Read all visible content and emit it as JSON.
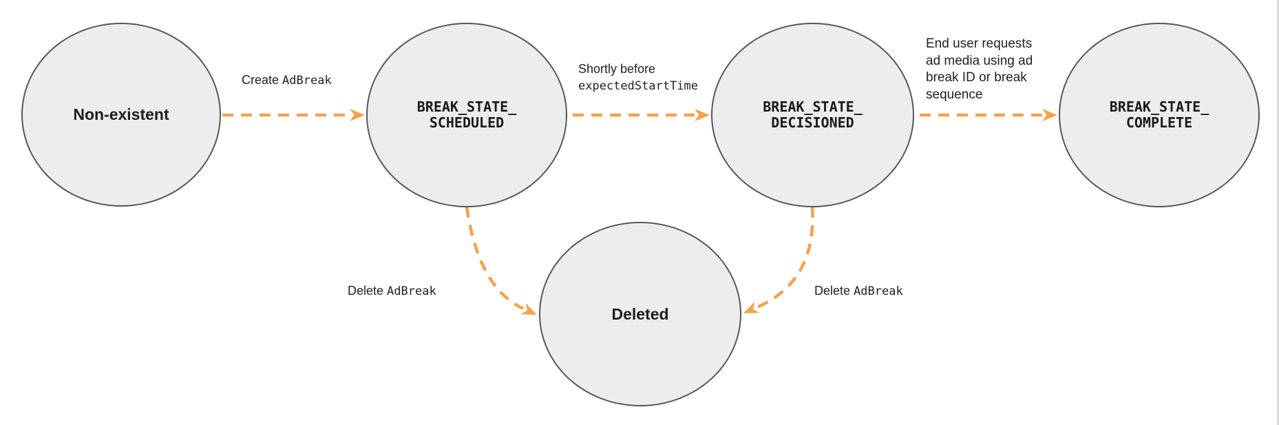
{
  "diagram": {
    "type": "state-transition-diagram",
    "colors": {
      "arrow_orange": "#F8A04B",
      "node_fill": "#EDEDED",
      "node_border": "#53575A",
      "label_text": "#202124"
    },
    "nodes": [
      {
        "id": "non-existent",
        "label": "Non-existent"
      },
      {
        "id": "break-state-scheduled",
        "label": "BREAK_STATE_\nSCHEDULED"
      },
      {
        "id": "break-state-decisioned",
        "label": "BREAK_STATE_\nDECISIONED"
      },
      {
        "id": "break-state-complete",
        "label": "BREAK_STATE_\nCOMPLETE"
      },
      {
        "id": "deleted",
        "label": "Deleted"
      }
    ],
    "edges": {
      "create": {
        "from": "non-existent",
        "to": "break-state-scheduled",
        "plain": "Create ",
        "code": "AdBreak"
      },
      "before_start": {
        "from": "break-state-scheduled",
        "to": "break-state-decisioned",
        "plain": "Shortly before",
        "code": "expectedStartTime"
      },
      "end_user": {
        "from": "break-state-decisioned",
        "to": "break-state-complete",
        "lines": [
          "End user requests",
          "ad media using ad",
          "break ID or break",
          "sequence"
        ]
      },
      "delete_left": {
        "from": "break-state-scheduled",
        "to": "deleted",
        "plain": "Delete ",
        "code": "AdBreak"
      },
      "delete_right": {
        "from": "break-state-decisioned",
        "to": "deleted",
        "plain": "Delete ",
        "code": "AdBreak"
      }
    }
  }
}
